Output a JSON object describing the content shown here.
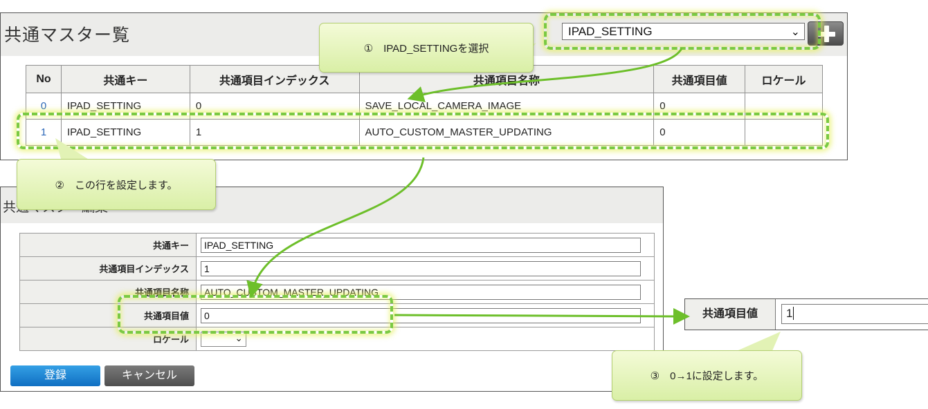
{
  "list": {
    "title": "共通マスター覧",
    "select_value": "IPAD_SETTING",
    "columns": [
      "No",
      "共通キー",
      "共通項目インデックス",
      "共通項目名称",
      "共通項目値",
      "ロケール"
    ],
    "rows": [
      [
        "0",
        "IPAD_SETTING",
        "0",
        "SAVE_LOCAL_CAMERA_IMAGE",
        "0",
        ""
      ],
      [
        "1",
        "IPAD_SETTING",
        "1",
        "AUTO_CUSTOM_MASTER_UPDATING",
        "0",
        ""
      ]
    ]
  },
  "edit": {
    "title": "共通マスター編集",
    "fields": [
      {
        "label": "共通キー",
        "value": "IPAD_SETTING"
      },
      {
        "label": "共通項目インデックス",
        "value": "1"
      },
      {
        "label": "共通項目名称",
        "value": "AUTO_CUSTOM_MASTER_UPDATING"
      },
      {
        "label": "共通項目値",
        "value": "0"
      },
      {
        "label": "ロケール",
        "value": ""
      }
    ],
    "register_label": "登録",
    "cancel_label": "キャンセル"
  },
  "zoom": {
    "label": "共通項目値",
    "value": "1"
  },
  "callouts": {
    "step1": "①　IPAD_SETTINGを選択",
    "step2": "②　この行を設定します。",
    "step3": "③　0→1に設定します。"
  },
  "colors": {
    "highlight": "#7ac943",
    "arrow": "#6dbf2a",
    "callout_bg": "#e2f2b5",
    "primary_button": "#1a7fd0",
    "secondary_button": "#5f5f5f"
  }
}
